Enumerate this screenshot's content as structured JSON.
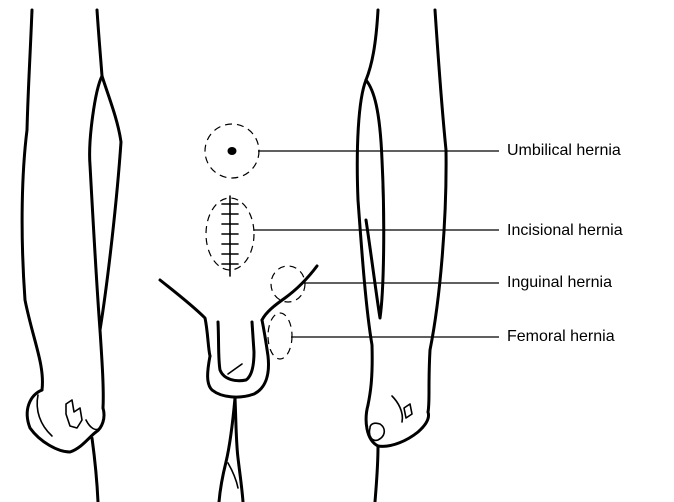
{
  "labels": {
    "umbilical": "Umbilical hernia",
    "incisional": "Incisional hernia",
    "inguinal": "Inguinal hernia",
    "femoral": "Femoral hernia"
  }
}
